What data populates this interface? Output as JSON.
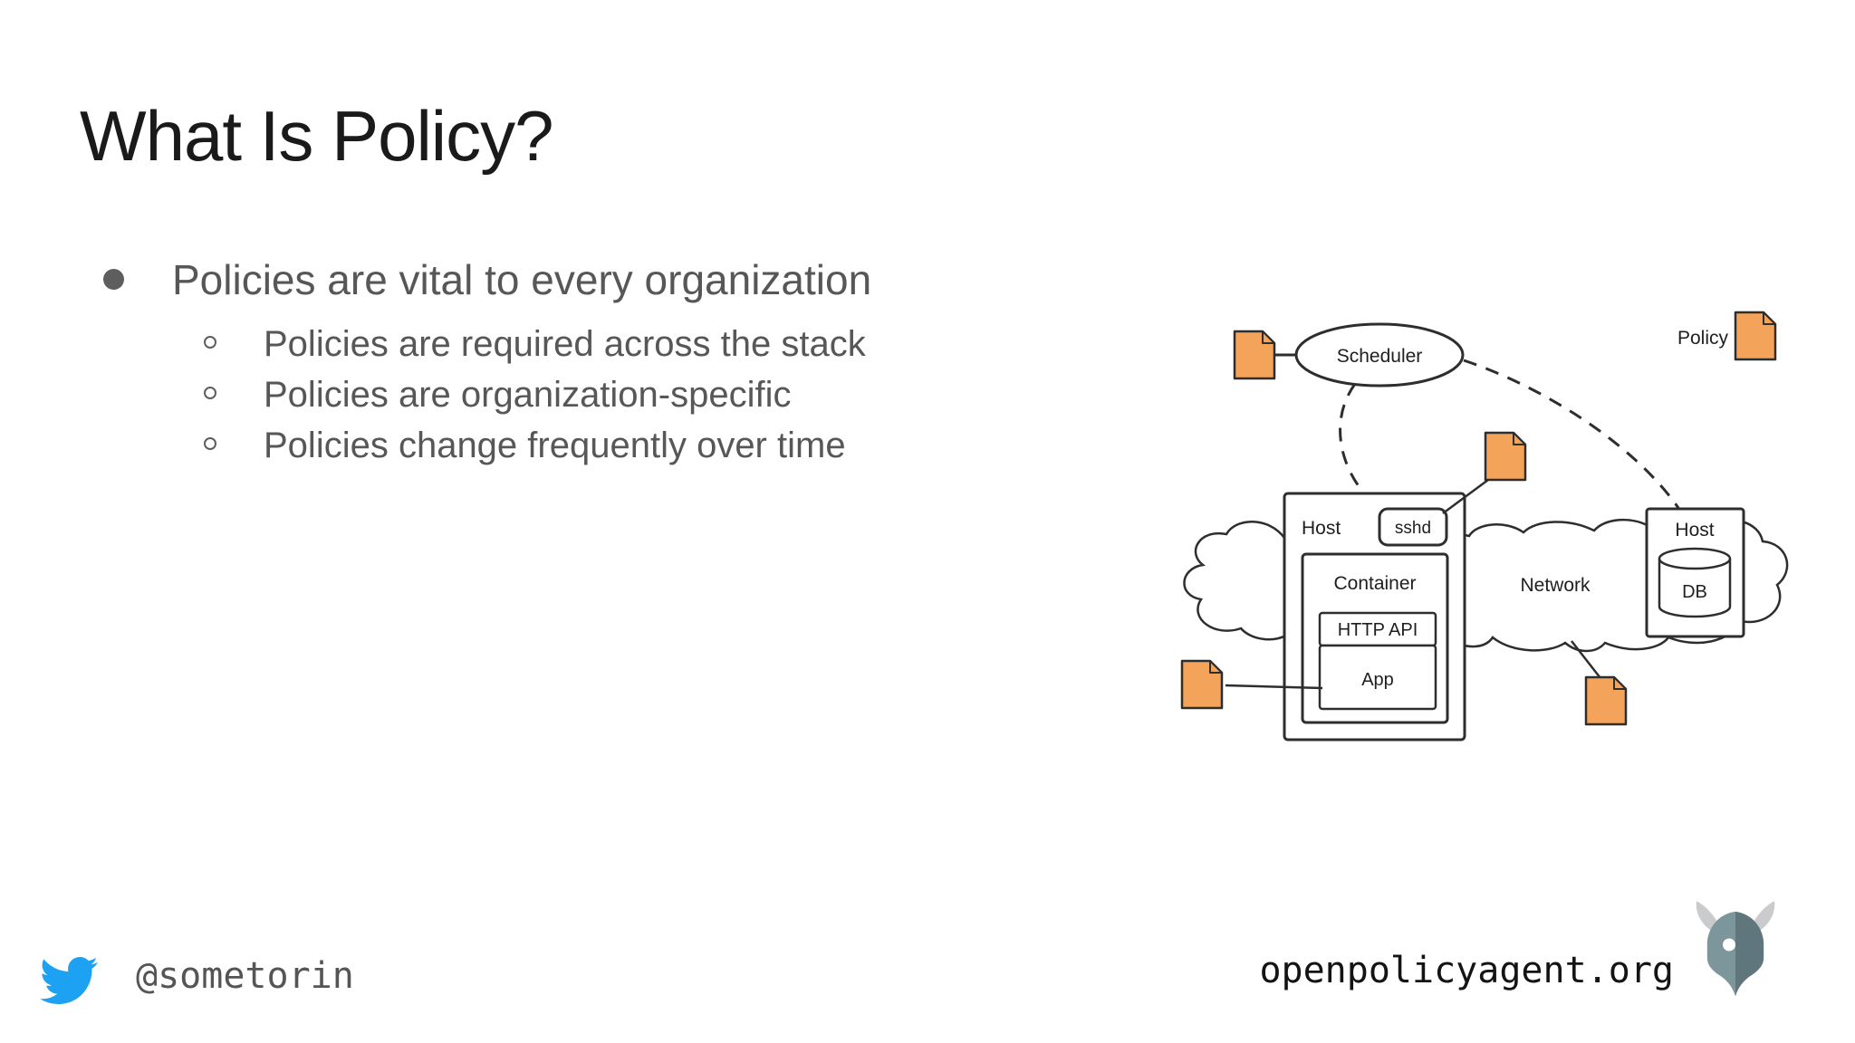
{
  "slide": {
    "title": "What Is Policy?",
    "bullets": {
      "main": "Policies are vital to every organization",
      "sub": [
        "Policies are required across the stack",
        "Policies are organization-specific",
        "Policies change frequently over time"
      ]
    }
  },
  "diagram": {
    "labels": {
      "scheduler": "Scheduler",
      "policy": "Policy",
      "host_left": "Host",
      "sshd": "sshd",
      "container": "Container",
      "http_api": "HTTP API",
      "app": "App",
      "network": "Network",
      "host_right": "Host",
      "db": "DB"
    },
    "icons": {
      "policy_doc": "policy-document-icon"
    },
    "colors": {
      "policy_doc_orange": "#F3A45A",
      "outline": "#2e2e2e"
    }
  },
  "footer": {
    "twitter_handle": "@sometorin",
    "website": "openpolicyagent.org",
    "icons": {
      "twitter": "twitter-bird-icon",
      "opa": "opa-helmet-logo"
    },
    "colors": {
      "twitter_blue": "#1DA1F2",
      "opa_helmet_left": "#7D969B",
      "opa_helmet_right": "#5E767C",
      "opa_horns": "#C9CBCC"
    }
  }
}
